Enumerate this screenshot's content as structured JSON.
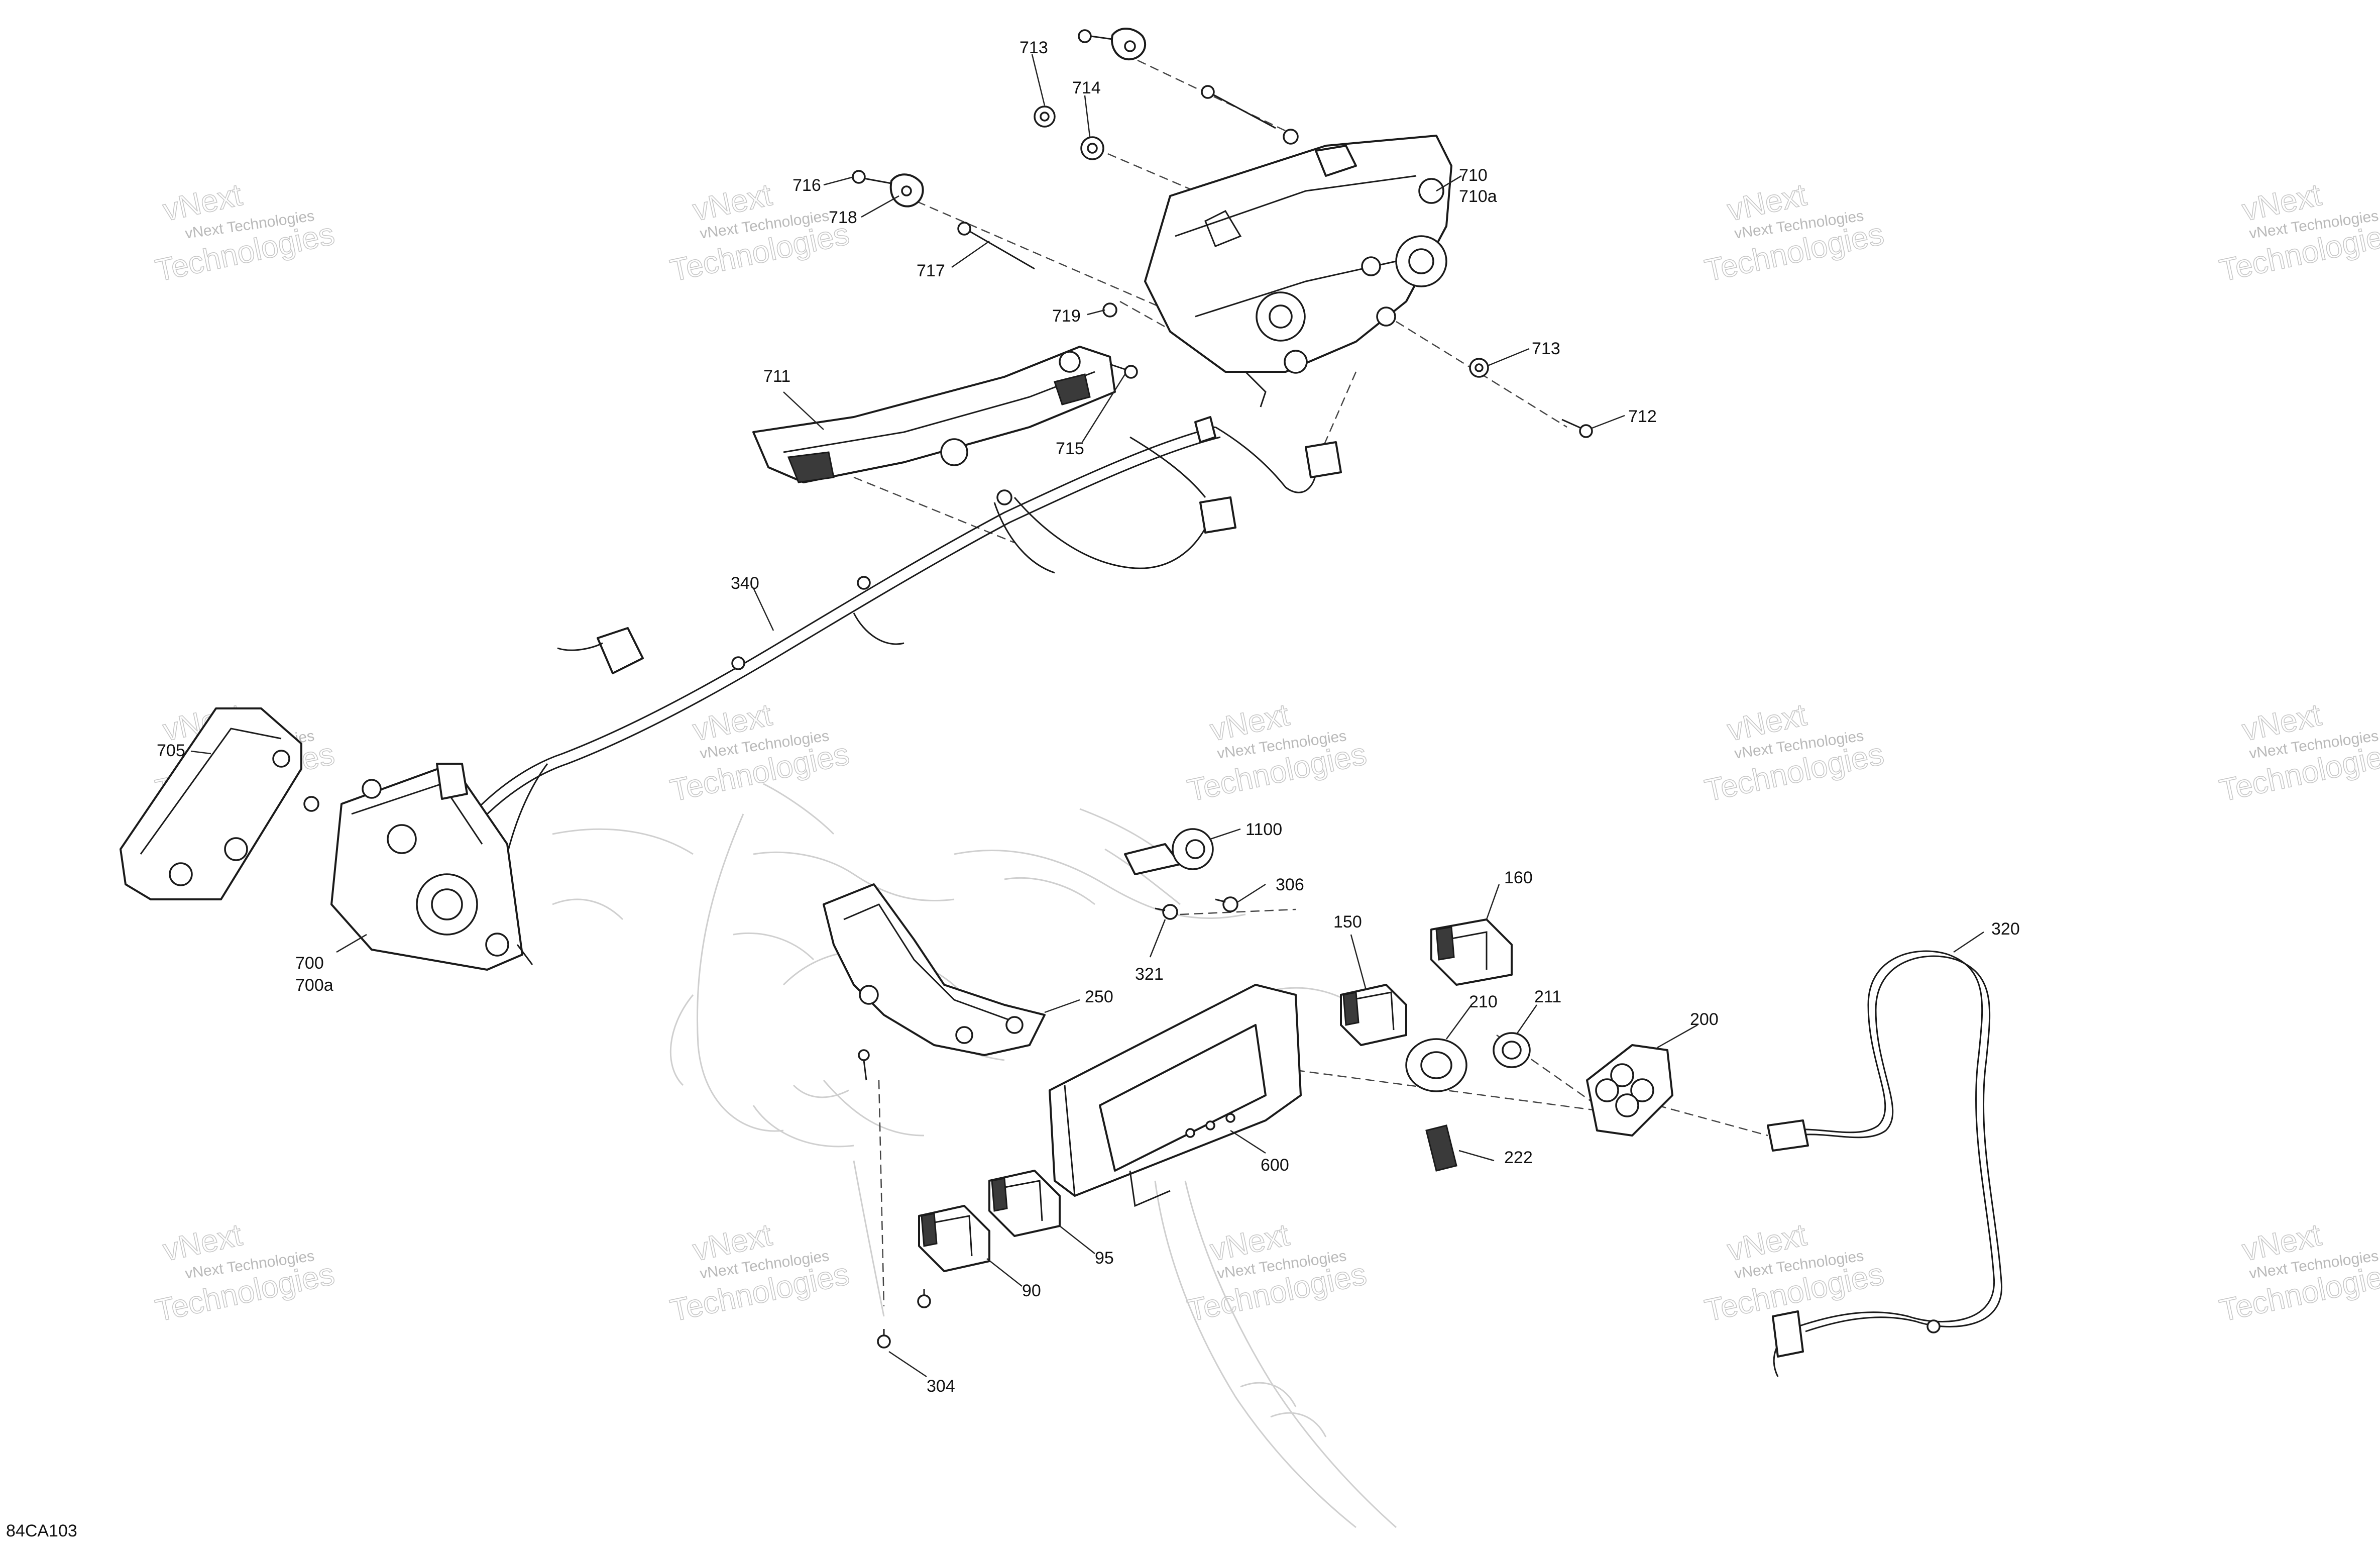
{
  "diagram_code": "84CA103",
  "watermark": {
    "line1": "vNext Technologies",
    "line2a": "vNext",
    "line2b": "Technologies"
  },
  "callouts": [
    {
      "id": "713a",
      "label": "713"
    },
    {
      "id": "714",
      "label": "714"
    },
    {
      "id": "710",
      "label": "710"
    },
    {
      "id": "710a",
      "label": "710a"
    },
    {
      "id": "716",
      "label": "716"
    },
    {
      "id": "718",
      "label": "718"
    },
    {
      "id": "717",
      "label": "717"
    },
    {
      "id": "719",
      "label": "719"
    },
    {
      "id": "713b",
      "label": "713"
    },
    {
      "id": "712",
      "label": "712"
    },
    {
      "id": "711",
      "label": "711"
    },
    {
      "id": "715",
      "label": "715"
    },
    {
      "id": "340",
      "label": "340"
    },
    {
      "id": "705",
      "label": "705"
    },
    {
      "id": "700",
      "label": "700"
    },
    {
      "id": "700a",
      "label": "700a"
    },
    {
      "id": "1100",
      "label": "1100"
    },
    {
      "id": "306",
      "label": "306"
    },
    {
      "id": "321",
      "label": "321"
    },
    {
      "id": "160",
      "label": "160"
    },
    {
      "id": "150",
      "label": "150"
    },
    {
      "id": "250",
      "label": "250"
    },
    {
      "id": "210",
      "label": "210"
    },
    {
      "id": "211",
      "label": "211"
    },
    {
      "id": "200",
      "label": "200"
    },
    {
      "id": "320",
      "label": "320"
    },
    {
      "id": "222",
      "label": "222"
    },
    {
      "id": "600",
      "label": "600"
    },
    {
      "id": "95",
      "label": "95"
    },
    {
      "id": "90",
      "label": "90"
    },
    {
      "id": "304",
      "label": "304"
    }
  ]
}
